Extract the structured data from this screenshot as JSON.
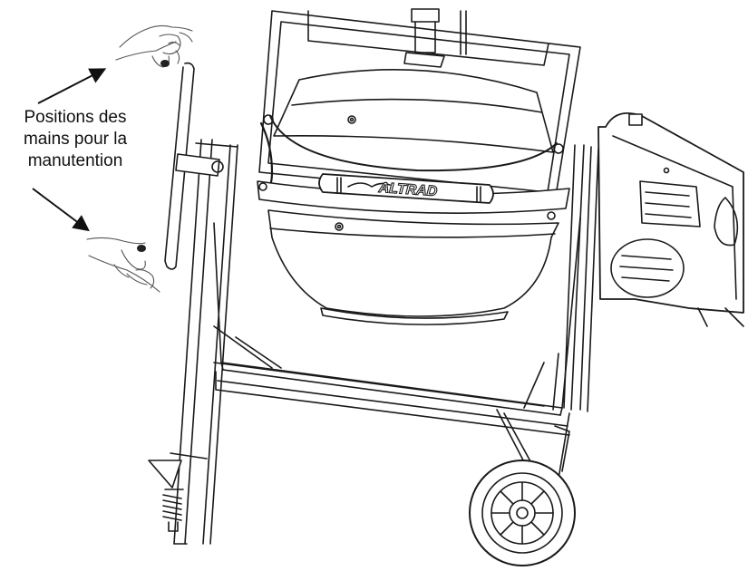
{
  "caption": {
    "lines": [
      "Positions des",
      "mains pour la",
      "manutention"
    ]
  },
  "brand": {
    "name": "ALTRAD"
  },
  "colors": {
    "ink": "#1a1a1a",
    "paper": "#ffffff"
  },
  "icons": [
    "hand-top-icon",
    "hand-bottom-icon",
    "arrow-icon"
  ]
}
